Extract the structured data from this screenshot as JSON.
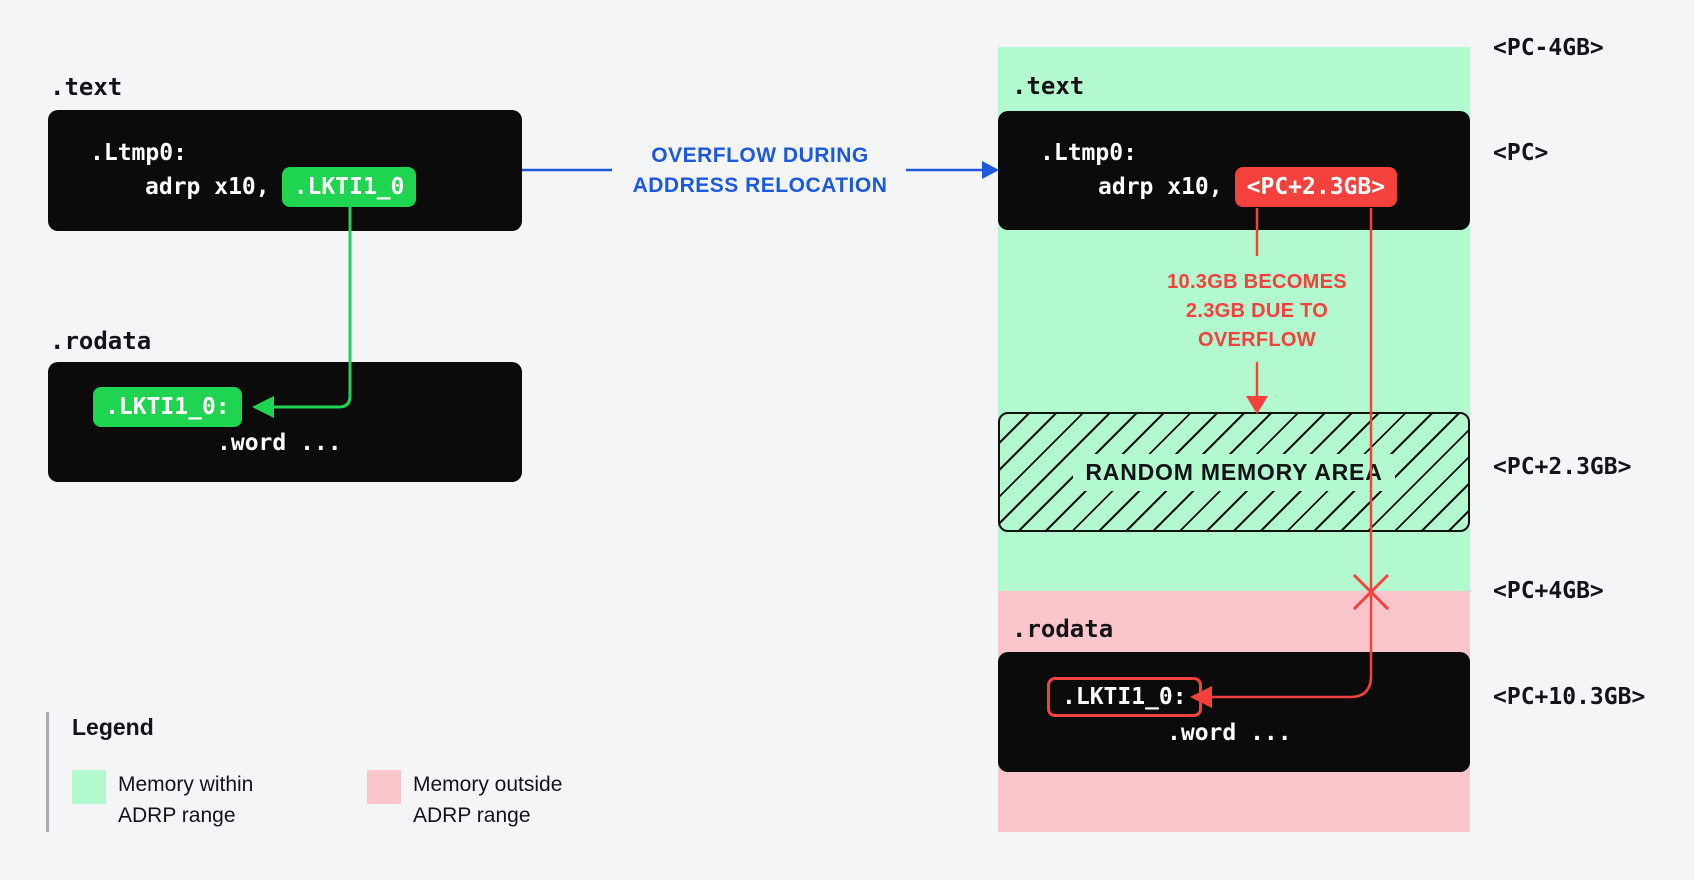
{
  "colors": {
    "bg": "#f4f5f7",
    "box-black": "#0b0b0b",
    "green-zone": "#b3f9cf",
    "pink-zone": "#fbc6cb",
    "badge-green": "#1ed450",
    "red": "#f4413c",
    "blue": "#1c58e0",
    "ink": "#141418",
    "legend-line": "#a9a9af"
  },
  "left": {
    "text_label": ".text",
    "text_box": {
      "line1": ".Ltmp0:",
      "line2": "adrp x10,",
      "operand": ".LKTI1_0"
    },
    "rodata_label": ".rodata",
    "rodata_box": {
      "badge": ".LKTI1_0:",
      "word": ".word ..."
    }
  },
  "center": {
    "label_lines": [
      "OVERFLOW DURING",
      "ADDRESS RELOCATION"
    ]
  },
  "right": {
    "text_label": ".text",
    "text_box": {
      "line1": ".Ltmp0:",
      "line2": "adrp x10,",
      "operand": "<PC+2.3GB>"
    },
    "note_lines": [
      "10.3GB BECOMES",
      "2.3GB DUE TO",
      "OVERFLOW"
    ],
    "random_area_label": "RANDOM MEMORY AREA",
    "rodata_label": ".rodata",
    "rodata_box": {
      "badge": ".LKTI1_0:",
      "word": ".word ..."
    },
    "address_labels": [
      "<PC-4GB>",
      "<PC>",
      "<PC+2.3GB>",
      "<PC+4GB>",
      "<PC+10.3GB>"
    ]
  },
  "legend": {
    "title": "Legend",
    "items": [
      {
        "line1": "Memory within",
        "line2": "ADRP range",
        "color": "#b3f9cf"
      },
      {
        "line1": "Memory outside",
        "line2": "ADRP range",
        "color": "#fbc6cb"
      }
    ]
  }
}
